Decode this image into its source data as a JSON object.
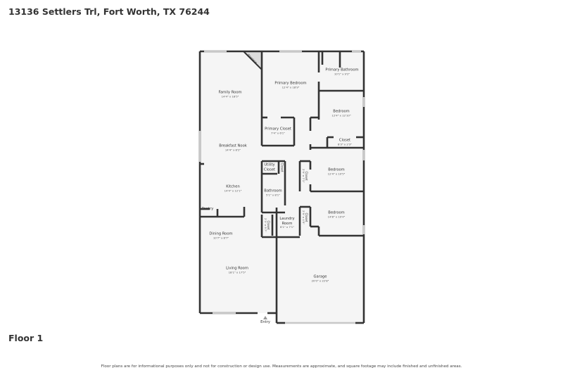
{
  "header": {
    "address": "13136 Settlers Trl, Fort Worth, TX 76244"
  },
  "floor_label": "Floor 1",
  "disclaimer": "Floor plans are for informational purposes only and not for construction or design use. Measurements are approximate, and square footage may include finished and unfinished areas.",
  "colors": {
    "wall": "#333333",
    "floor": "#f5f5f5",
    "window": "#c8c8c8"
  },
  "rooms": [
    {
      "name": "Family Room",
      "dims": "14'4\" x 18'5\""
    },
    {
      "name": "Primary Bedroom",
      "dims": "12'4\" x 18'9\""
    },
    {
      "name": "Primary Bathroom",
      "dims": "10'1\" x 9'2\""
    },
    {
      "name": "Bedroom",
      "dims": "12'4\" x 12'10\""
    },
    {
      "name": "Primary Closet",
      "dims": "7'4\" x 6'1\""
    },
    {
      "name": "Closet",
      "dims": "8'3\" x 2'3\""
    },
    {
      "name": "Breakfast Nook",
      "dims": "14'4\" x 8'2\""
    },
    {
      "name": "Utility Closet",
      "dims": ""
    },
    {
      "name": "Closet",
      "dims": ""
    },
    {
      "name": "Closet",
      "dims": "2'9\" x 7'1\""
    },
    {
      "name": "Bedroom",
      "dims": "12'4\" x 10'5\""
    },
    {
      "name": "Kitchen",
      "dims": "14'4\" x 12'1\""
    },
    {
      "name": "Bathroom",
      "dims": "5'1\" x 8'1\""
    },
    {
      "name": "Pantry",
      "dims": ""
    },
    {
      "name": "Closet",
      "dims": "2'9\" x 4'5\""
    },
    {
      "name": "Bedroom",
      "dims": "14'8\" x 10'4\""
    },
    {
      "name": "Laundry Room",
      "dims": "6'1\" x 7'1\""
    },
    {
      "name": "Closet",
      "dims": "2'3\" x 5'7\""
    },
    {
      "name": "Dining Room",
      "dims": "10'7\" x 8'7\""
    },
    {
      "name": "Living Room",
      "dims": "18'1\" x 17'5\""
    },
    {
      "name": "Garage",
      "dims": "20'0\" x 22'8\""
    }
  ],
  "fireplace": "Fireplace",
  "entry": "Entry"
}
